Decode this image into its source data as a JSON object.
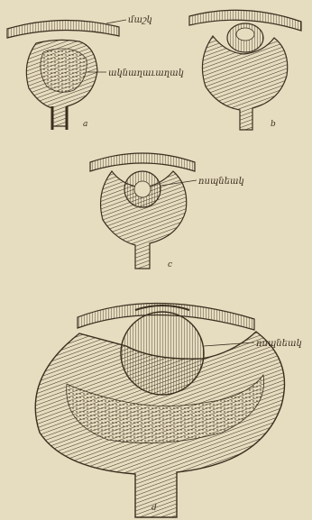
{
  "labels": {
    "ectoderm": "մաշկ",
    "optic_cup": "ակնաղաւաղակ",
    "lens_c": "ոսպնեակ",
    "lens_d": "ոսպնեակ"
  },
  "figure_letters": {
    "a": "a",
    "b": "b",
    "c": "c",
    "d": "d"
  },
  "colors": {
    "paper": "#e6dcc0",
    "ink": "#3a2e1e"
  }
}
